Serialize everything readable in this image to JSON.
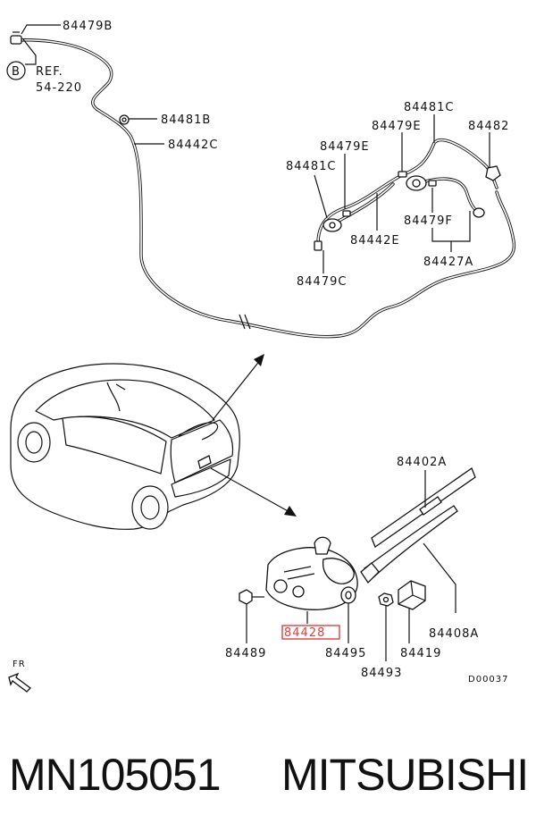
{
  "callouts": {
    "c84479B": "84479B",
    "c84481B": "84481B",
    "c84442C": "84442C",
    "c84481C_top": "84481C",
    "c84479E_a": "84479E",
    "c84482": "84482",
    "c84479E_b": "84479E",
    "c84481C_left": "84481C",
    "c84479F": "84479F",
    "c84442E": "84442E",
    "c84427A": "84427A",
    "c84479C": "84479C",
    "c84402A": "84402A",
    "c84428": "84428",
    "c84489": "84489",
    "c84495": "84495",
    "c84493": "84493",
    "c84419": "84419",
    "c84408A": "84408A"
  },
  "reference": {
    "circle_letter": "B",
    "line1": "REF.",
    "line2": "54-220"
  },
  "direction_label": "FR",
  "drawing_code": "D00037",
  "footer": {
    "part_number": "MN105051",
    "brand": "MITSUBISHI"
  },
  "colors": {
    "line": "#111111",
    "highlight_box": "#e0403a",
    "background": "#ffffff"
  }
}
